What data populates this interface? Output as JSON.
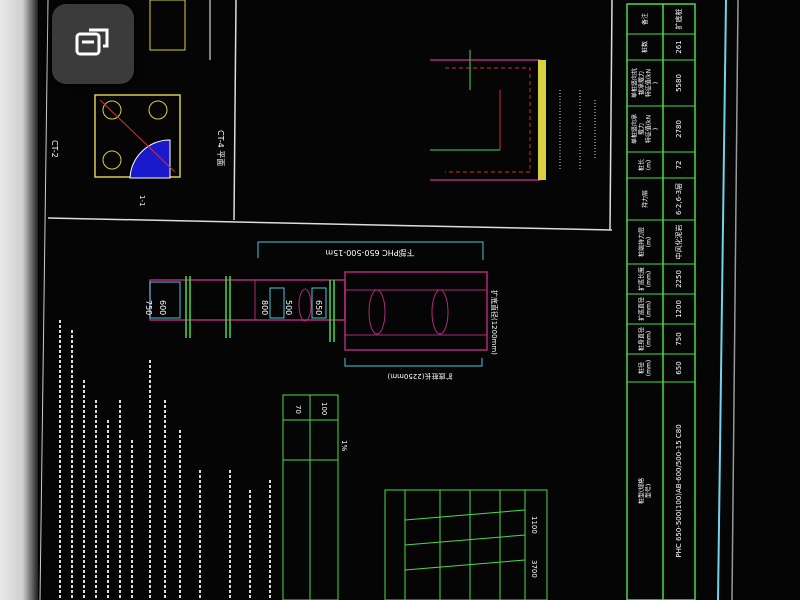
{
  "colors": {
    "green": "#4cd94c",
    "magenta": "#b02a78",
    "cyan": "#49c6d6",
    "white": "#e8e8e8",
    "blue": "#1a1acc",
    "yellow": "#d8d040",
    "red": "#d03030"
  },
  "icons": {
    "chat": "chat-bubble-icon"
  },
  "detail_labels": {
    "ct2": "CT-2",
    "ct4": "CT-4 平面",
    "section": "1-1"
  },
  "pile_plan": {
    "top_label": "下部PHC 650-500-15m",
    "bottom_label": "扩底桩长(2250mm)",
    "end_label": "扩底直径(1200mm)",
    "dims": [
      "750",
      "600",
      "800",
      "500",
      "650"
    ]
  },
  "spec_table": {
    "headers": [
      "桩型(规格型号)",
      "桩径 (mm)",
      "桩身直径 (mm)",
      "扩底直径 (mm)",
      "扩底长度 (mm)",
      "桩端持力层 (m)",
      "持力层",
      "桩长 (m)",
      "单桩竖向承载力 特征值(kN)",
      "单桩竖向抗拔承载力 特征值(kN)",
      "桩数",
      "备注"
    ],
    "row": [
      "PHC 650-500(100)AB-600/500-15 C80",
      "650",
      "750",
      "1200",
      "2250",
      "中风化泥岩",
      "6-2,6-3层",
      "72",
      "2780",
      "5580",
      "261",
      "扩底桩"
    ]
  },
  "small_table": {
    "values": [
      "70",
      "100",
      "1100",
      "3700",
      "1%"
    ]
  }
}
